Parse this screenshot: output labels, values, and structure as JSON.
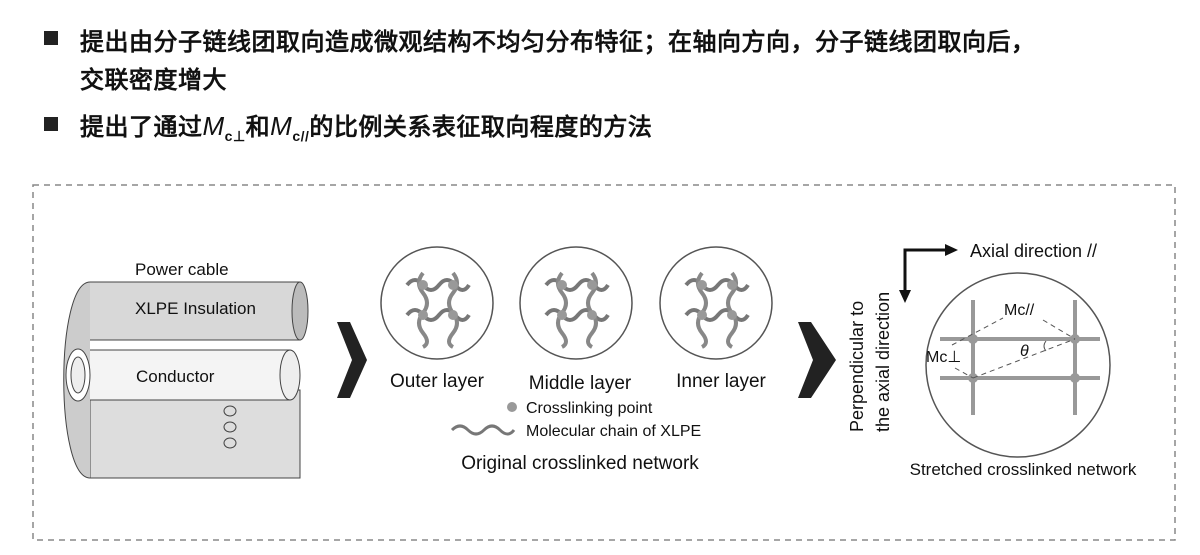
{
  "bullets": [
    {
      "line1": "提出由分子链线团取向造成微观结构不均匀分布特征；在轴向方向，分子链线团取向后，",
      "line2": "交联密度增大"
    },
    {
      "pre": "提出了通过",
      "m1": "M",
      "m1_sub": "c⊥",
      "mid": "和",
      "m2": "M",
      "m2_sub": "c//",
      "post": "的比例关系表征取向程度的方法"
    }
  ],
  "diagram": {
    "cable": {
      "title": "Power cable",
      "insulation": "XLPE Insulation",
      "conductor": "Conductor"
    },
    "layers": [
      "Outer layer",
      "Middle layer",
      "Inner layer"
    ],
    "legend": {
      "point": "Crosslinking point",
      "chain": "Molecular chain of XLPE"
    },
    "original_caption": "Original crosslinked network",
    "axial_label": "Axial direction //",
    "perp_label_1": "Perpendicular  to",
    "perp_label_2": "the axial direction",
    "mc_par": "Mc//",
    "mc_perp": "Mc⊥",
    "theta": "θ",
    "stretched_caption": "Stretched crosslinked network"
  }
}
